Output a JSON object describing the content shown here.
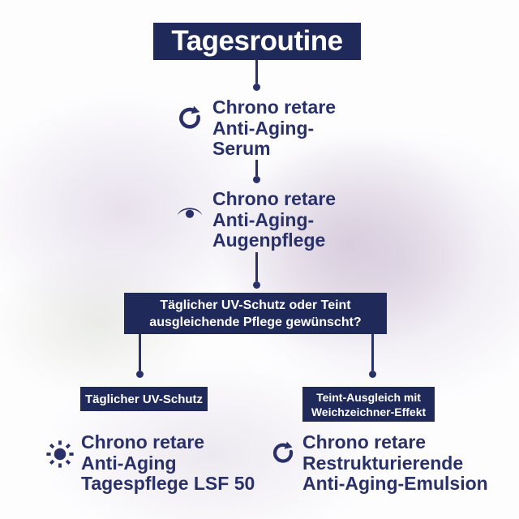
{
  "title": "Tagesroutine",
  "colors": {
    "navy_box": "#1f2a5a",
    "navy_text": "#2a3168",
    "background": "#fdfdfe",
    "blob_lavender": "#d6cade"
  },
  "steps": [
    {
      "icon": "rotate-cw-icon",
      "lines": [
        "Chrono retare",
        "Anti-Aging-",
        "Serum"
      ]
    },
    {
      "icon": "eye-icon",
      "lines": [
        "Chrono retare",
        "Anti-Aging-",
        "Augenpflege"
      ]
    }
  ],
  "decision": {
    "line1": "Täglicher UV-Schutz oder Teint",
    "line2": "ausgleichende Pflege gewünscht?"
  },
  "branches": {
    "left": {
      "label": "Täglicher UV-Schutz",
      "icon": "sun-icon",
      "product": [
        "Chrono retare",
        "Anti-Aging",
        "Tagespflege LSF 50"
      ]
    },
    "right": {
      "label_line1": "Teint-Ausgleich mit",
      "label_line2": "Weichzeichner-Effekt",
      "icon": "rotate-cw-icon",
      "product": [
        "Chrono retare",
        "Restrukturierende",
        "Anti-Aging-Emulsion"
      ]
    }
  }
}
